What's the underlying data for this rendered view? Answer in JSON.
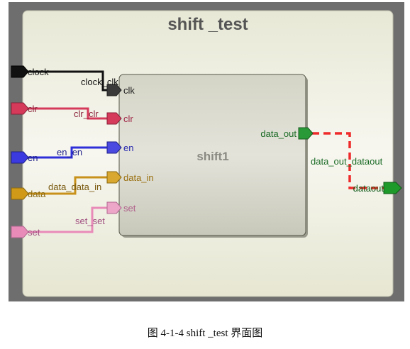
{
  "diagram": {
    "title": "shift _test",
    "module": {
      "instance_name": "shift1",
      "inputs": [
        "clk",
        "clr",
        "en",
        "data_in",
        "set"
      ],
      "outputs": [
        "data_out"
      ]
    },
    "top_ports": {
      "inputs": [
        {
          "name": "clock",
          "color": "#111111"
        },
        {
          "name": "clr",
          "color": "#d63a5a"
        },
        {
          "name": "en",
          "color": "#2e2fd8"
        },
        {
          "name": "data",
          "color": "#d09a18"
        },
        {
          "name": "set",
          "color": "#e98bb8"
        }
      ],
      "outputs": [
        {
          "name": "dataout",
          "color": "#1e9a2a"
        }
      ]
    },
    "nets": [
      {
        "name": "clock_clk",
        "color": "#111111"
      },
      {
        "name": "clr_clr",
        "color": "#d63a5a"
      },
      {
        "name": "en_en",
        "color": "#2e2fd8"
      },
      {
        "name": "data_data_in",
        "color": "#c8921a"
      },
      {
        "name": "set_set",
        "color": "#e98bb8"
      },
      {
        "name": "data_out_dataout",
        "color": "#ee2a2a"
      }
    ]
  },
  "caption": "图 4-1-4 shift _test 界面图"
}
